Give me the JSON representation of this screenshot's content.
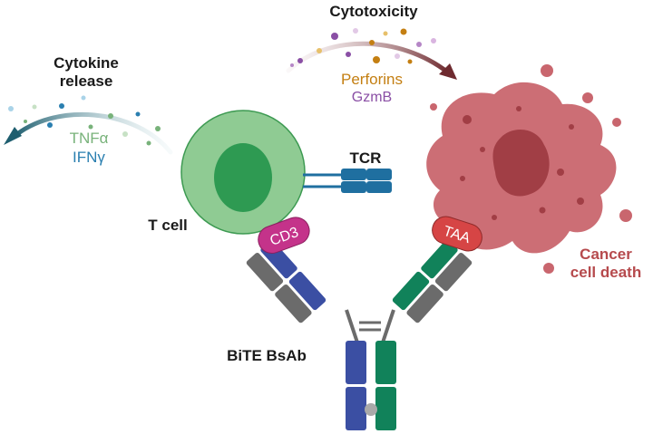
{
  "labels": {
    "cytotoxicity": "Cytotoxicity",
    "perforins": "Perforins",
    "gzmb": "GzmB",
    "cytokine_line1": "Cytokine",
    "cytokine_line2": "release",
    "tnfa": "TNFα",
    "ifng": "IFNγ",
    "tcr": "TCR",
    "t_cell": "T cell",
    "cd3": "CD3",
    "taa": "TAA",
    "cancer_line1": "Cancer",
    "cancer_line2": "cell death",
    "bite": "BiTE BsAb"
  },
  "colors": {
    "t_cell_fill": "#8fcb93",
    "t_cell_nucleus": "#2e9a52",
    "tcr_blue": "#1f6fa0",
    "cancer_fill": "#c9666e",
    "cancer_nucleus": "#a13e45",
    "cd3_magenta": "#c4338a",
    "taa_red": "#d64545",
    "chain_blue": "#3b4fa3",
    "chain_green": "#11825a",
    "chain_gray": "#6b6b6b",
    "perforin_text": "#c47f12",
    "gzmb_text": "#8a4fa5",
    "tnfa_text": "#78b27a",
    "ifng_text": "#2a7fb0",
    "cancer_text": "#b64a4d",
    "arrow_cytotox": "#6e2a2f",
    "arrow_cytokine": "#1e5e6f"
  }
}
